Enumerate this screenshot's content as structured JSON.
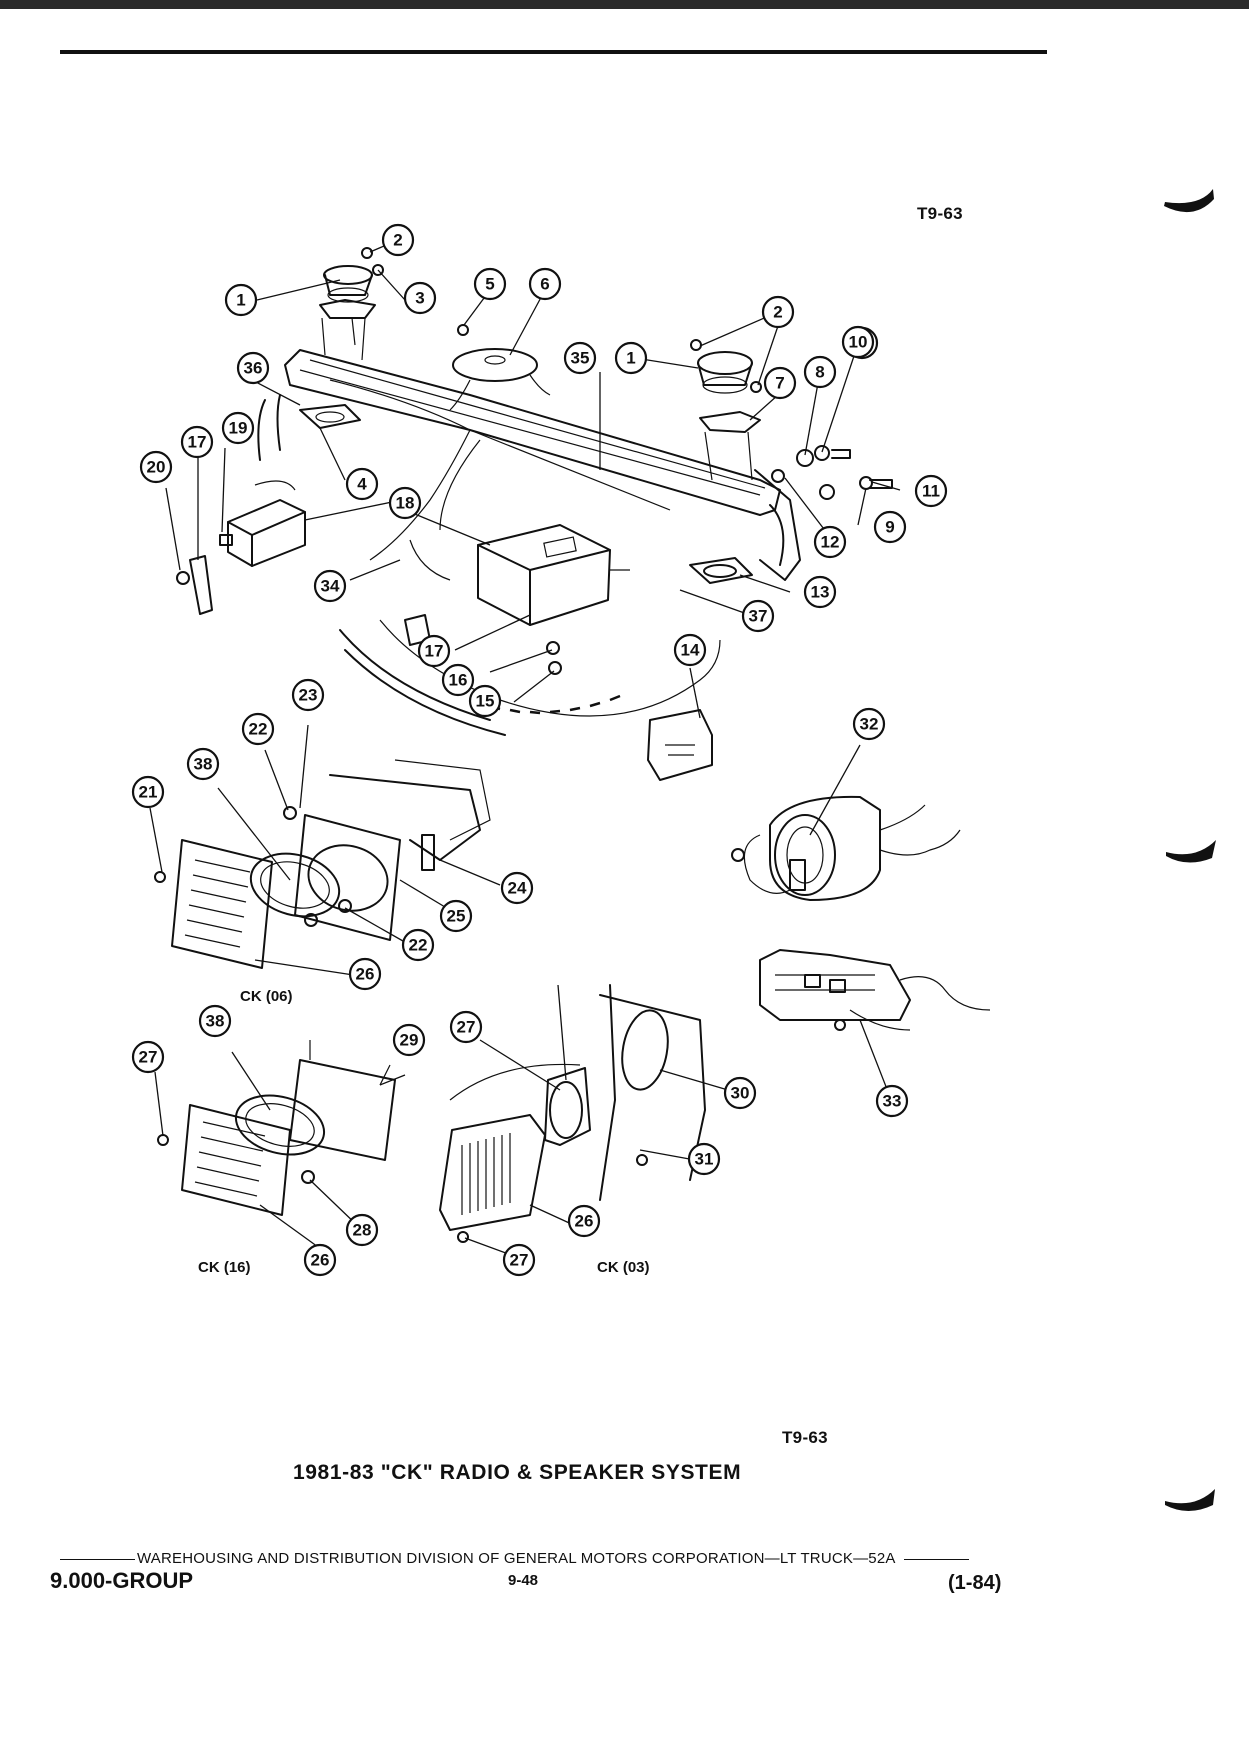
{
  "figure_code_top": "T9-63",
  "figure_code_bottom": "T9-63",
  "title": "1981-83 \"CK\" RADIO & SPEAKER SYSTEM",
  "view_labels": {
    "ck06": "CK (06)",
    "ck16": "CK (16)",
    "ck03": "CK (03)"
  },
  "callouts": [
    "1",
    "2",
    "3",
    "4",
    "5",
    "6",
    "1",
    "2",
    "7",
    "8",
    "9",
    "10",
    "11",
    "9",
    "12",
    "13",
    "36",
    "35",
    "19",
    "17",
    "20",
    "18",
    "34",
    "37",
    "17",
    "16",
    "15",
    "14",
    "23",
    "22",
    "38",
    "21",
    "32",
    "24",
    "25",
    "22",
    "26",
    "38",
    "27",
    "29",
    "27",
    "30",
    "31",
    "26",
    "28",
    "26",
    "27",
    "33"
  ],
  "footer": {
    "publisher": "WAREHOUSING AND DISTRIBUTION  DIVISION OF GENERAL MOTORS CORPORATION—LT TRUCK—52A",
    "group": "9.000-GROUP",
    "page": "9-48",
    "date": "(1-84)"
  }
}
